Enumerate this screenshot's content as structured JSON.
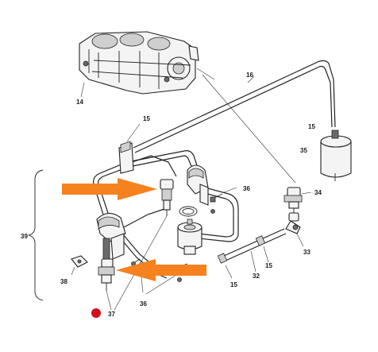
{
  "labels": {
    "l14": "14",
    "l16": "16",
    "l15_top": "15",
    "l15_right": "15",
    "l35": "35",
    "l36_upper": "36",
    "l34": "34",
    "l39": "39",
    "l33": "33",
    "l15_lower": "15",
    "l38": "38",
    "l15_bottom": "15",
    "l32": "32",
    "l36_lower": "36",
    "l37": "37"
  },
  "colors": {
    "arrow": "#f5821f",
    "marker": "#d4101c"
  }
}
